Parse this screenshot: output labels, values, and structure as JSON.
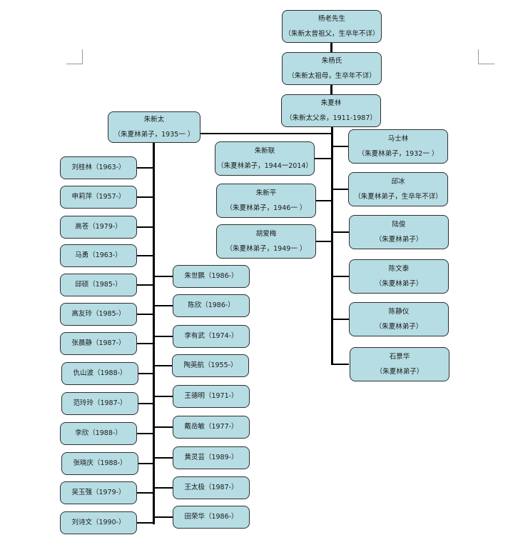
{
  "ancestors": [
    {
      "name": "杨老先生",
      "note": "（朱新太曾祖父，生卒年不详）"
    },
    {
      "name": "朱杨氏",
      "note": "（朱新太祖母，生卒年不详）"
    },
    {
      "name": "朱夏林",
      "note": "（朱新太父亲，1911-1987）"
    }
  ],
  "main_person": {
    "name": "朱新太",
    "note": "（朱夏林弟子，1935一 ）"
  },
  "middle_disciples": [
    {
      "name": "朱新联",
      "note": "（朱夏林弟子，1944一2014）"
    },
    {
      "name": "朱新平",
      "note": "（朱夏林弟子，1946一 ）"
    },
    {
      "name": "胡爱梅",
      "note": "（朱夏林弟子，1949一 ）"
    }
  ],
  "right_disciples": [
    {
      "name": "马士林",
      "note": "（朱夏林弟子，1932一 ）"
    },
    {
      "name": "邱冰",
      "note": "（朱夏林弟子，生卒年不详）"
    },
    {
      "name": "陆俊",
      "note": "（朱夏林弟子）"
    },
    {
      "name": "陈文泰",
      "note": "（朱夏林弟子）"
    },
    {
      "name": "陈静仪",
      "note": "（朱夏林弟子）"
    },
    {
      "name": "石景华",
      "note": "（朱夏林弟子）"
    }
  ],
  "left_students": [
    "刘桂林（1963-）",
    "申莉萍（1957-）",
    "高苍（1979-）",
    "马勇（1963-）",
    "邱硕（1985-）",
    "高友玲（1985-）",
    "张晨静（1987-）",
    "仇山波（1988-）",
    "范玲玲（1987-）",
    "李欣（1988-）",
    "张晓庆（1988-）",
    "吴玉强（1979-）",
    "刘诗文（1990-）"
  ],
  "right_students": [
    "朱世鹏（1986-）",
    "陈欣（1986-）",
    "李有武（1974-）",
    "陶英航（1955-）",
    "王德明（1971-）",
    "戴岳敏（1977-）",
    "黄灵芸（1989-）",
    "王太极（1987-）",
    "田荣华（1986-）"
  ],
  "colors": {
    "node_fill": "#b6dde3",
    "node_border": "#2f2f2f",
    "connector": "#000000"
  }
}
